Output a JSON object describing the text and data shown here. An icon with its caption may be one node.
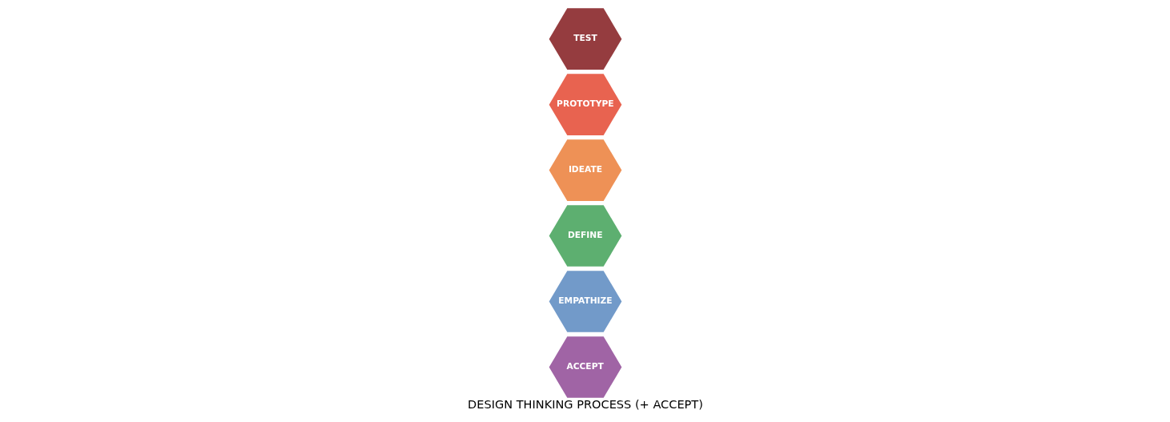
{
  "diagram": {
    "title": "DESIGN THINKING PROCESS (+ ACCEPT)",
    "nodes": [
      {
        "text": [
          "ACCEPT"
        ]
      },
      {
        "text": [
          "EMPATHIZE"
        ]
      },
      {
        "text": [
          "DEFINE"
        ]
      },
      {
        "text": [
          "IDEATE"
        ]
      },
      {
        "text": [
          "PROTOTYPE"
        ]
      },
      {
        "text": [
          "TEST"
        ]
      }
    ]
  }
}
